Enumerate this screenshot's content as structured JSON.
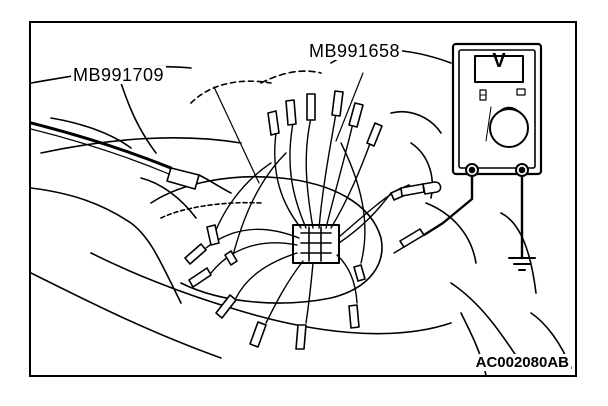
{
  "labels": {
    "tool_left": "MB991709",
    "tool_right": "MB991658",
    "figure_code": "AC002080AB"
  },
  "meter": {
    "display": "V"
  }
}
